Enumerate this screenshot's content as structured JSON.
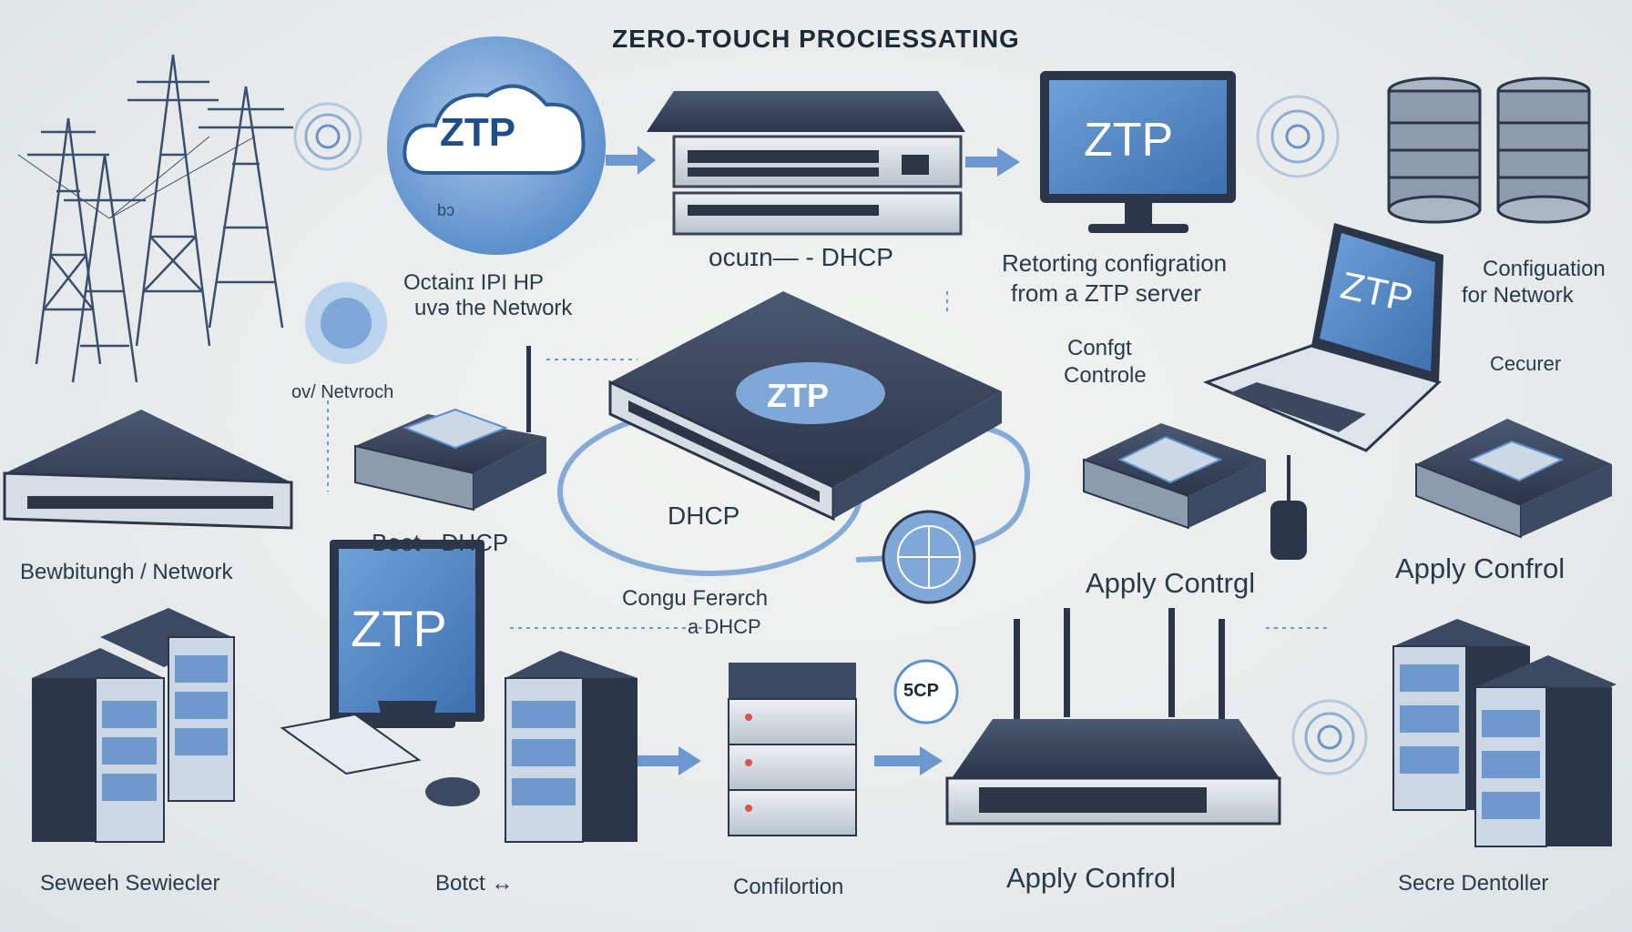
{
  "title": "ZERO-TOUCH PROCIESSATING",
  "badges": {
    "cloud_ztp": "ZTP",
    "monitor_top_ztp": "ZTP",
    "laptop_ztp": "ZTP",
    "center_switch_ztp": "ZTP",
    "monitor_left_ztp": "ZTP",
    "scp": "5CP",
    "cloud_small": "bɔ"
  },
  "labels": {
    "obtaining_ip_1": "Octainɪ IPI HP",
    "obtaining_ip_2": "uvə the Network",
    "dhcp_top": "ocuɪn— - DHCP",
    "retrieving_1": "Retorting configration",
    "retrieving_2": "from a ZTP server",
    "config_network_1": "Configuation",
    "config_network_2": "for Network",
    "network_small": "ov/ Netvroch",
    "config_controle_1": "Confgt",
    "config_controle_2": "Controle",
    "cecurer": "Cecurer",
    "switch_network": "Bewbitungh / Network",
    "boot_dhcp": "Boot - DHCP",
    "dhcp_center": "DHCP",
    "config_fetch_1": "Congu Ferərch",
    "config_fetch_2": "a DHCP",
    "apply_control_mid": "Apply Contrgl",
    "apply_control_right": "Apply Confrol",
    "bottom_switch": "Seweeh Sewiecler",
    "bottom_boot": "Botct ↔",
    "bottom_config": "Confilortion",
    "bottom_apply": "Apply Confrol",
    "bottom_secure": "Secre Dentoller"
  },
  "colors": {
    "accent": "#5b8ec9",
    "dark_device": "#2e3a4d",
    "screen_blue": "#4f86c6",
    "background": "#e9ecec"
  }
}
